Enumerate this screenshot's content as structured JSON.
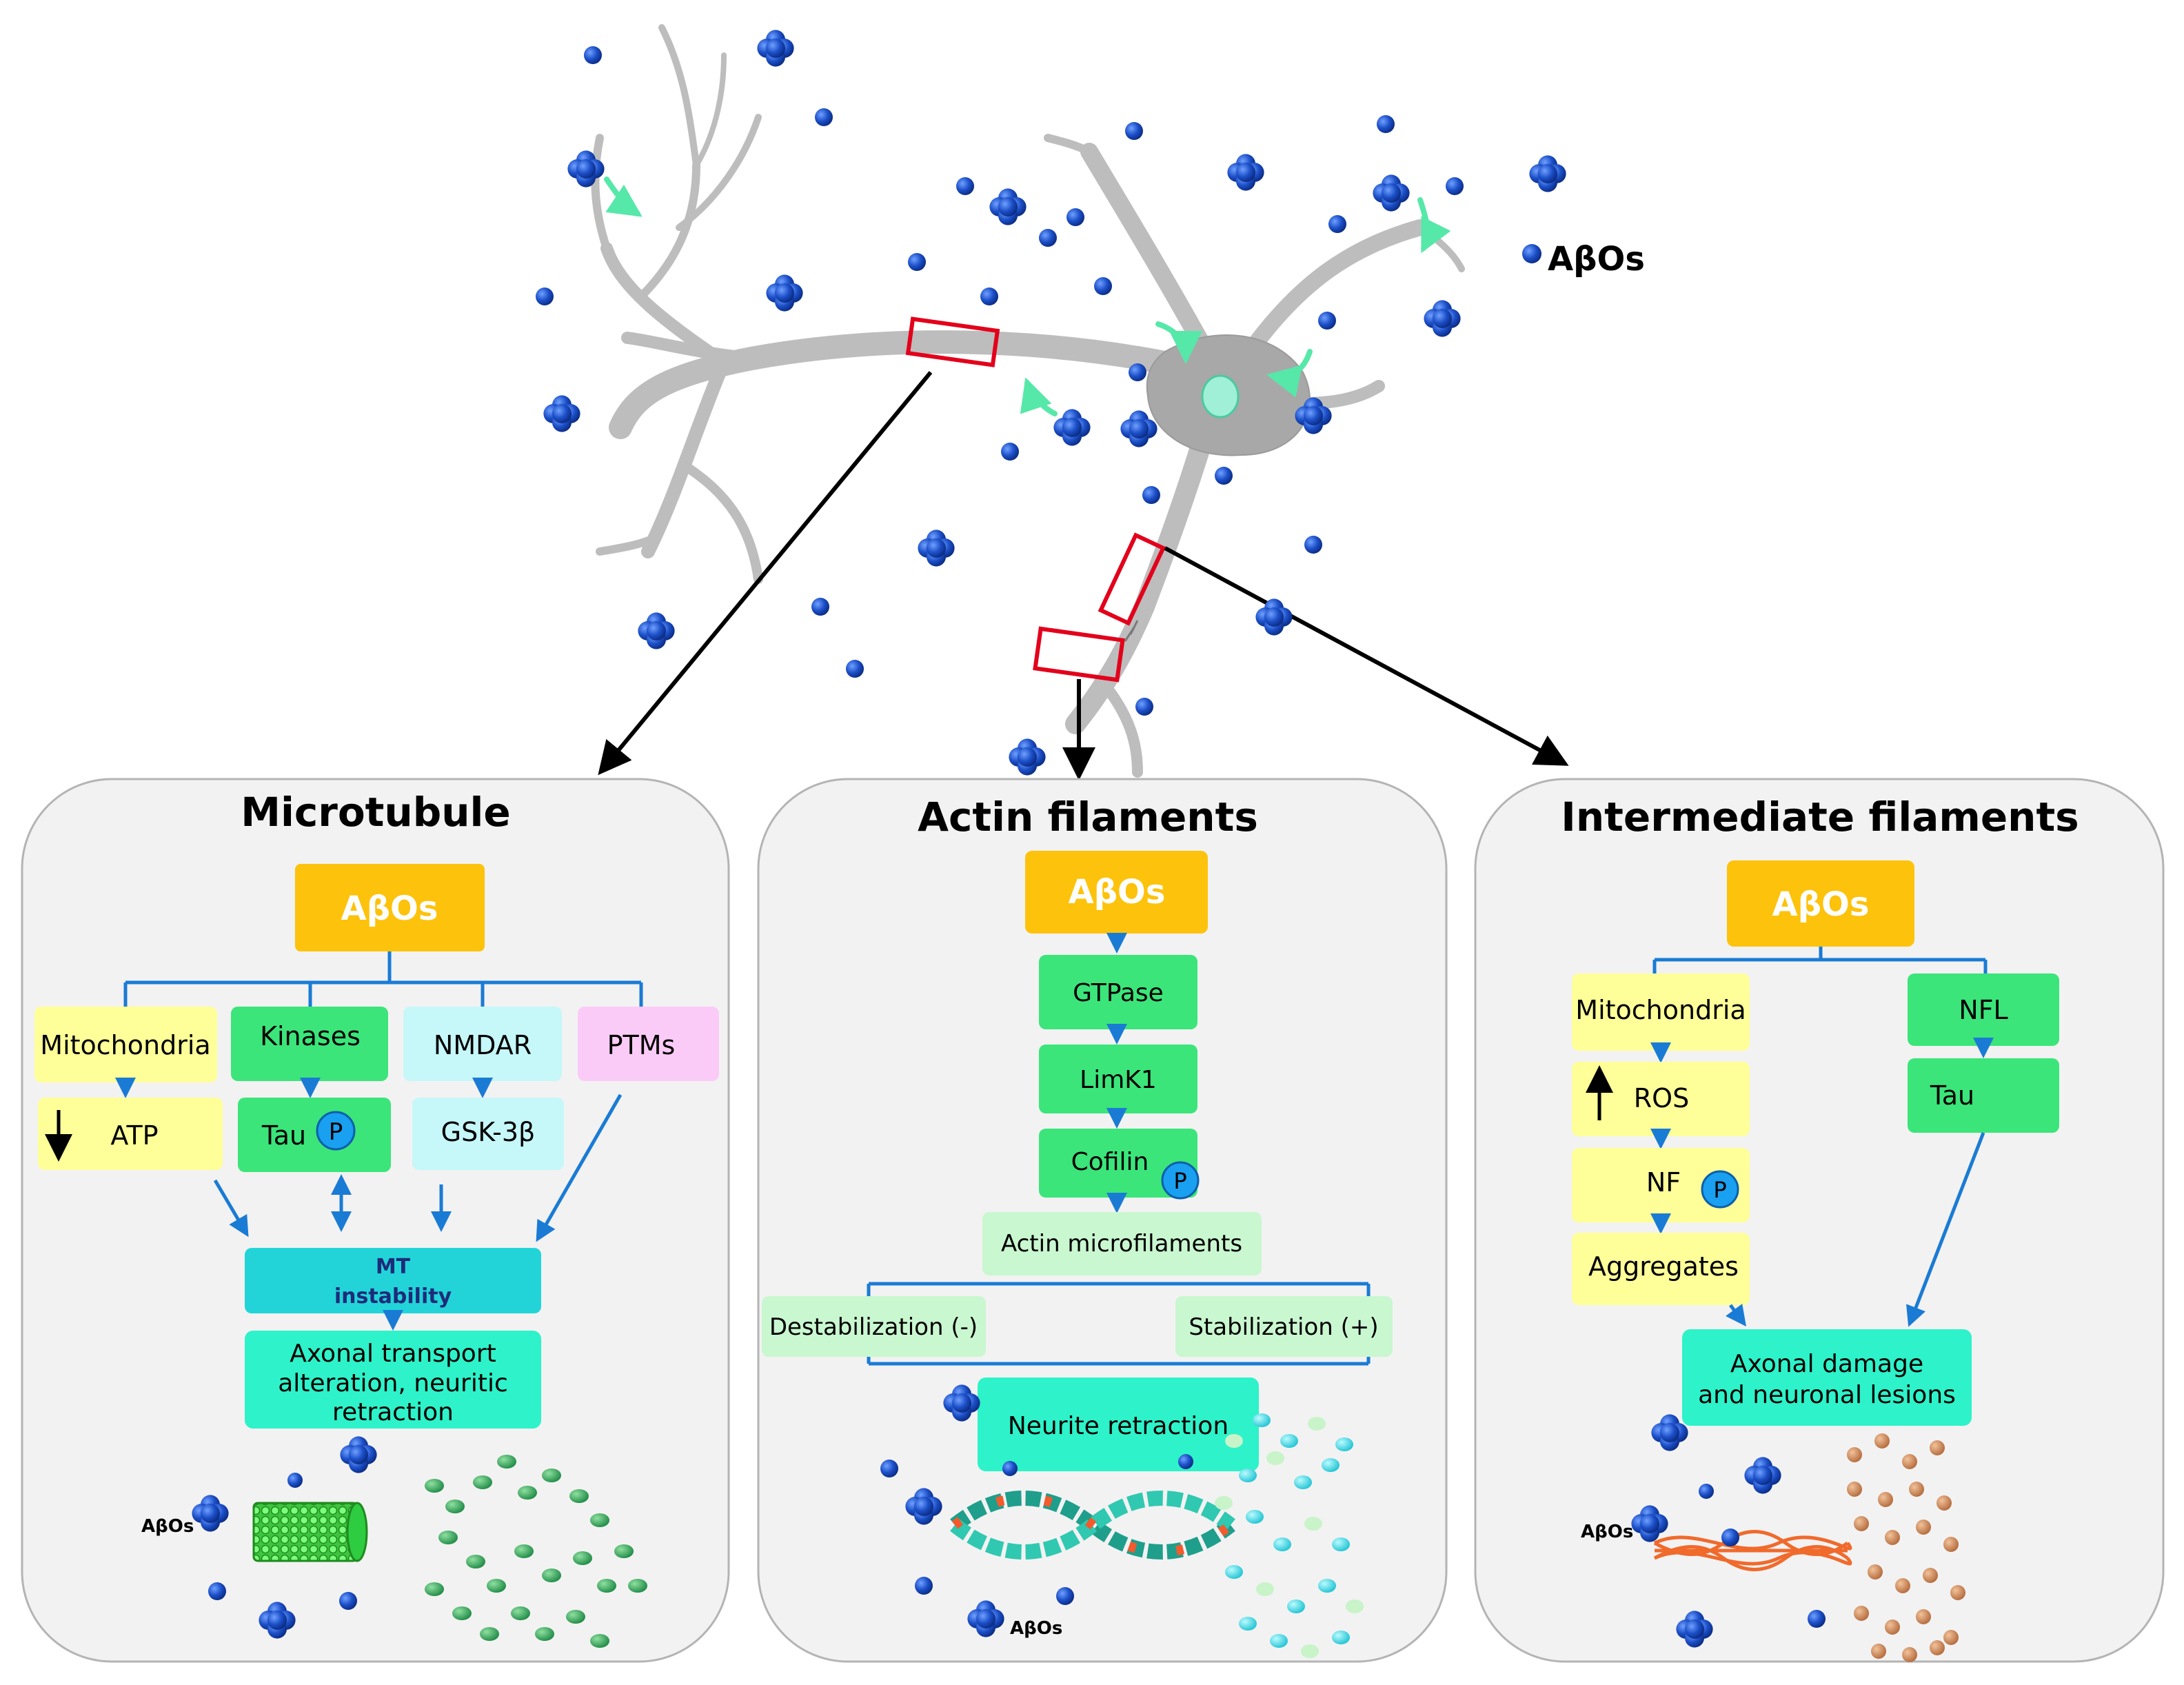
{
  "neuron": {
    "legend_label": "AβOs"
  },
  "panels": {
    "microtubule": {
      "title": "Microtubule",
      "source": "AβOs",
      "mitochondria": "Mitochondria",
      "kinases": "Kinases",
      "nmdar": "NMDAR",
      "ptms": "PTMs",
      "atp": "ATP",
      "tau": "Tau",
      "gsk": "GSK-3β",
      "phospho": "P",
      "mt_line1": "MT",
      "mt_line2": "instability",
      "outcome_line1": "Axonal transport",
      "outcome_line2": "alteration, neuritic",
      "outcome_line3": "retraction",
      "small_label": "AβOs"
    },
    "actin": {
      "title": "Actin filaments",
      "source": "AβOs",
      "gtpase": "GTPase",
      "limk1": "LimK1",
      "cofilin": "Cofilin",
      "phospho": "P",
      "microfilaments": "Actin microfilaments",
      "destabilization": "Destabilization (-)",
      "stabilization": "Stabilization (+)",
      "outcome": "Neurite retraction",
      "small_label": "AβOs"
    },
    "intermediate": {
      "title": "Intermediate filaments",
      "source": "AβOs",
      "mitochondria": "Mitochondria",
      "nfl": "NFL",
      "ros": "ROS",
      "tau": "Tau",
      "nf": "NF",
      "phospho": "P",
      "aggregates": "Aggregates",
      "outcome_line1": "Axonal damage",
      "outcome_line2": "and neuronal lesions",
      "small_label": "AβOs"
    }
  },
  "colors": {
    "orange": "#FDC20B",
    "yellow": "#FFFF99",
    "green": "#3BE57A",
    "cyan_light": "#C6F7F9",
    "pink": "#FBCBF7",
    "teal": "#22D4D8",
    "aqua": "#2EF2C9",
    "mint": "#C9F7D0",
    "blue_line": "#1A7BD4",
    "oligomer": "#1C4FC8",
    "panel_fill": "#F2F2F2",
    "red_box": "#E3001B"
  }
}
